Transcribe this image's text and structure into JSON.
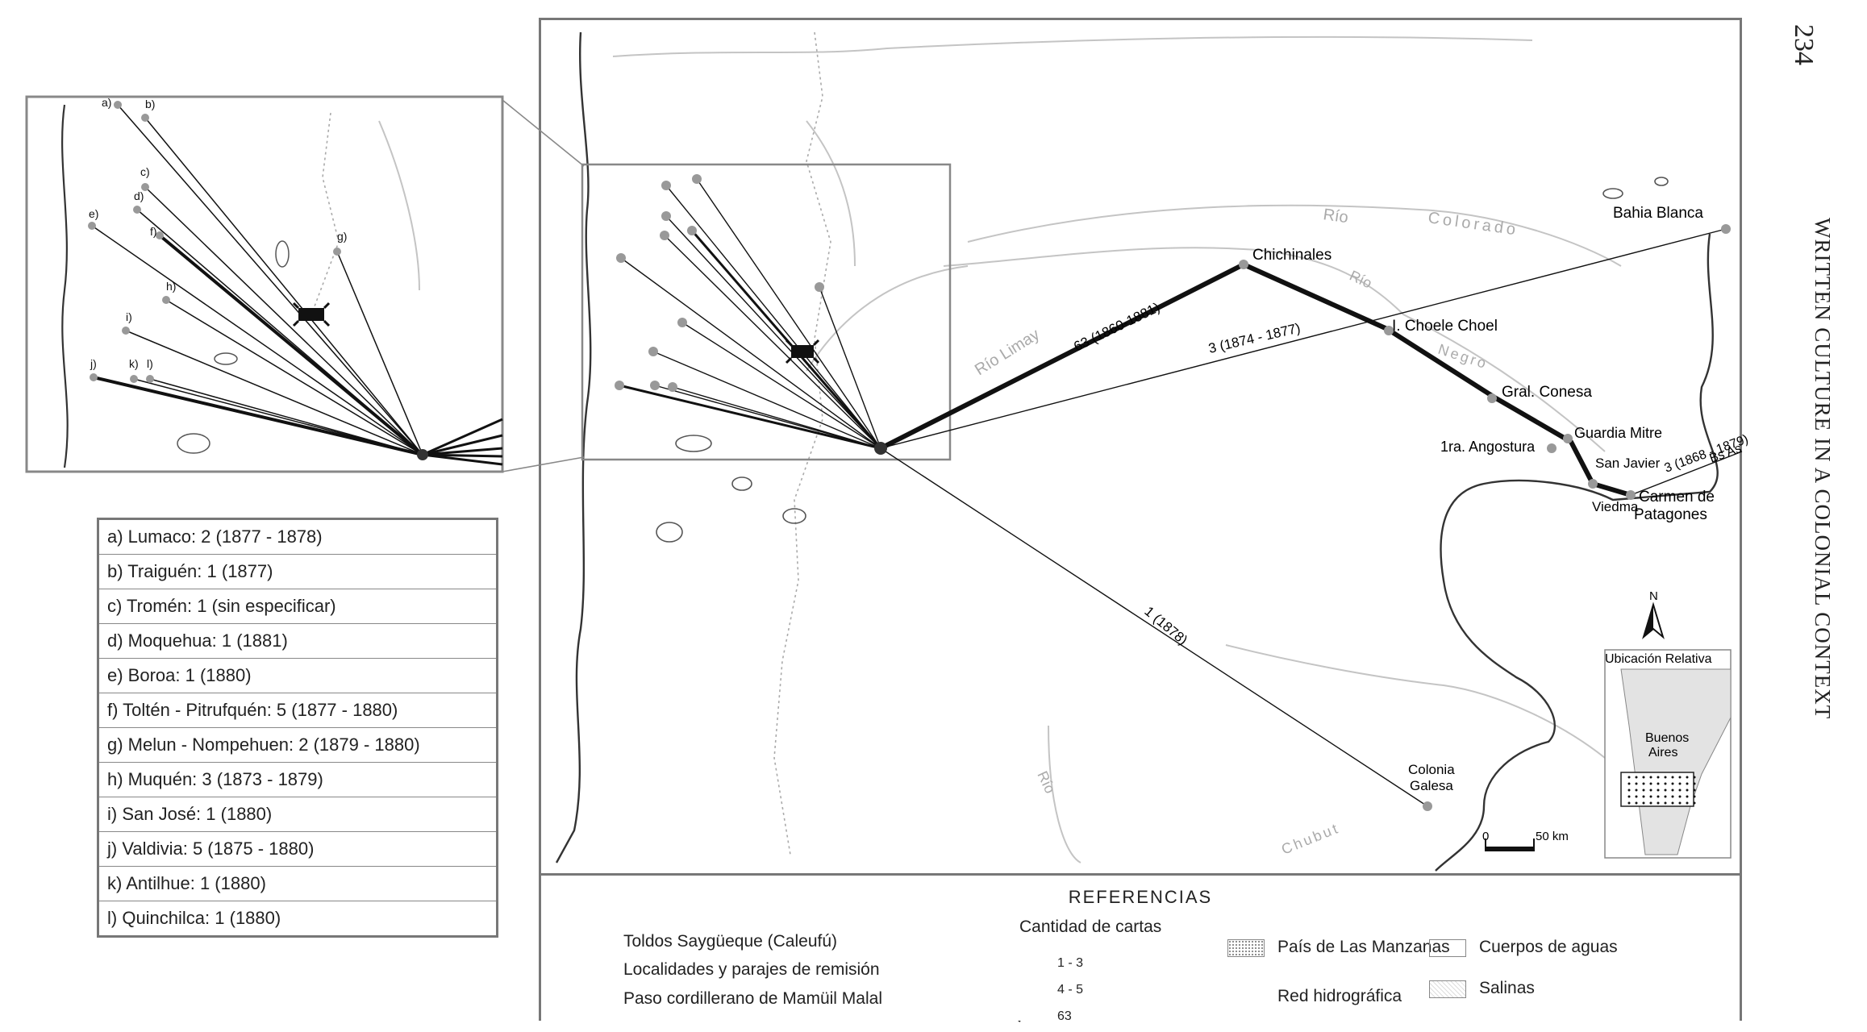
{
  "page": {
    "number": "234",
    "running_head": "WRITTEN CULTURE IN A COLONIAL CONTEXT"
  },
  "places": {
    "bahia_blanca": "Bahia Blanca",
    "chichinales": "Chichinales",
    "choele_choel": "I. Choele Choel",
    "gral_conesa": "Gral. Conesa",
    "guardia_mitre": "Guardia Mitre",
    "angostura": "1ra. Angostura",
    "san_javier": "San Javier",
    "viedma": "Viedma",
    "carmen_line1": "Carmen de",
    "carmen_line2": "Patagones",
    "colonia_line1": "Colonia",
    "colonia_line2": "Galesa",
    "buenos_aires_line1": "Buenos",
    "buenos_aires_line2": "Aires"
  },
  "rivers": {
    "colorado_1": "Río",
    "colorado_2": "Colorado",
    "limay": "Río Limay",
    "negro_1": "Río",
    "negro_2": "Negro",
    "chubut_1": "Río",
    "chubut_2": "Chubut"
  },
  "routes": {
    "main": "63 (1860-1881)",
    "bahia": "3 (1874 - 1877)",
    "galesa": "1 (1878)",
    "bsas_1": "3 (1868 - 1879)",
    "bsas_2": "Bs As"
  },
  "inset_letters": [
    "a)",
    "b)",
    "c)",
    "d)",
    "e)",
    "f)",
    "g)",
    "h)",
    "i)",
    "j)",
    "k)",
    "l)"
  ],
  "locality_list": [
    "a) Lumaco: 2 (1877 - 1878)",
    "b) Traiguén: 1 (1877)",
    "c) Tromén: 1 (sin especificar)",
    "d) Moquehua: 1 (1881)",
    "e) Boroa: 1 (1880)",
    "f) Toltén - Pitrufquén: 5 (1877 - 1880)",
    "g) Melun - Nompehuen: 2 (1879 - 1880)",
    "h) Muquén: 3 (1873 - 1879)",
    "i) San José: 1 (1880)",
    "j) Valdivia: 5 (1875 - 1880)",
    "k) Antilhue: 1 (1880)",
    "l) Quinchilca: 1 (1880)"
  ],
  "north_arrow": "N",
  "locator": {
    "title": "Ubicación Relativa"
  },
  "scale_bar": {
    "start": "0",
    "end": "50 km"
  },
  "legend": {
    "title": "REFERENCIAS",
    "toldos": "Toldos Saygüeque (Caleufú)",
    "localidades": "Localidades y parajes de remisión",
    "paso": "Paso cordillerano de Mamüil Malal",
    "cantidad_title": "Cantidad de cartas",
    "range_1": "1 - 3",
    "range_2": "4 - 5",
    "range_3": "63",
    "manzanas": "País de Las Manzanas",
    "red": "Red hidrográfica",
    "cuerpos": "Cuerpos de aguas",
    "salinas": "Salinas"
  },
  "colors": {
    "frame": "#777777",
    "river": "#bbbbbb",
    "coast": "#333333",
    "route": "#111111",
    "dot_dark": "#333333",
    "dot_light": "#999999"
  }
}
